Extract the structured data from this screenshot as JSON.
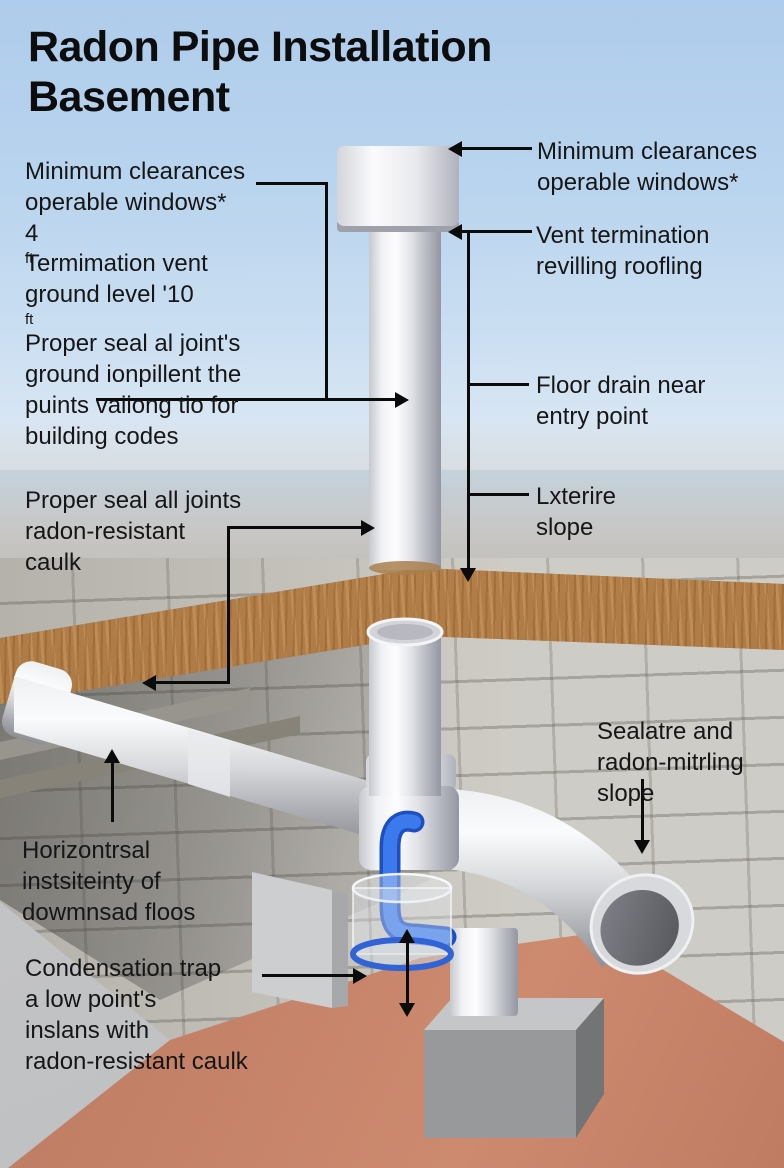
{
  "title": {
    "line1": "Radon Pipe Installation",
    "line2": "Basement"
  },
  "labels": {
    "min_clearance_left": {
      "line1": "Minimum clearances",
      "line2": "operable windows*",
      "value": "4",
      "unit": "ft"
    },
    "termination_vent": {
      "line1": "Termimation vent",
      "line2_base": "ground level '10",
      "line2_sup": "ft"
    },
    "seal_joints_codes": {
      "line1": "Proper seal al joint's",
      "line2": "ground ionpillent the",
      "line3": "puints vaiiong tio for",
      "line4": "building codes"
    },
    "seal_joints_caulk": {
      "line1": "Proper seal all joints",
      "line2": "radon-resistant",
      "line3": "caulk"
    },
    "horizontal_run": {
      "line1": "Horizontrsal",
      "line2": "instsiteinty of",
      "line3": "dowmnsad floos"
    },
    "condensation_trap": {
      "line1": "Condensation trap",
      "line2": "a low point's",
      "line3": "inslans with",
      "line4": "radon-resistant caulk"
    },
    "min_clearance_right": {
      "line1": "Minimum clearances",
      "line2": "operable windows*"
    },
    "vent_termination": {
      "line1": "Vent termination",
      "line2": "revilling roofling"
    },
    "floor_drain": {
      "line1": "Floor drain near",
      "line2": "entry point"
    },
    "exterior_slope": {
      "line1": "Lxterire",
      "line2": "slope"
    },
    "sealant_slope": {
      "line1": "Sealatre and",
      "line2": "radon-mitrling",
      "line3": "slope"
    }
  },
  "colors": {
    "sky": "#b6d2ec",
    "wood_sill": "#ad7a45",
    "terracotta_floor": "#c17f66",
    "trap_blue": "#2e6ee6",
    "pipe_gray": "#e8e9ed",
    "block_wall": "#c9c6bf",
    "text": "#141414"
  }
}
